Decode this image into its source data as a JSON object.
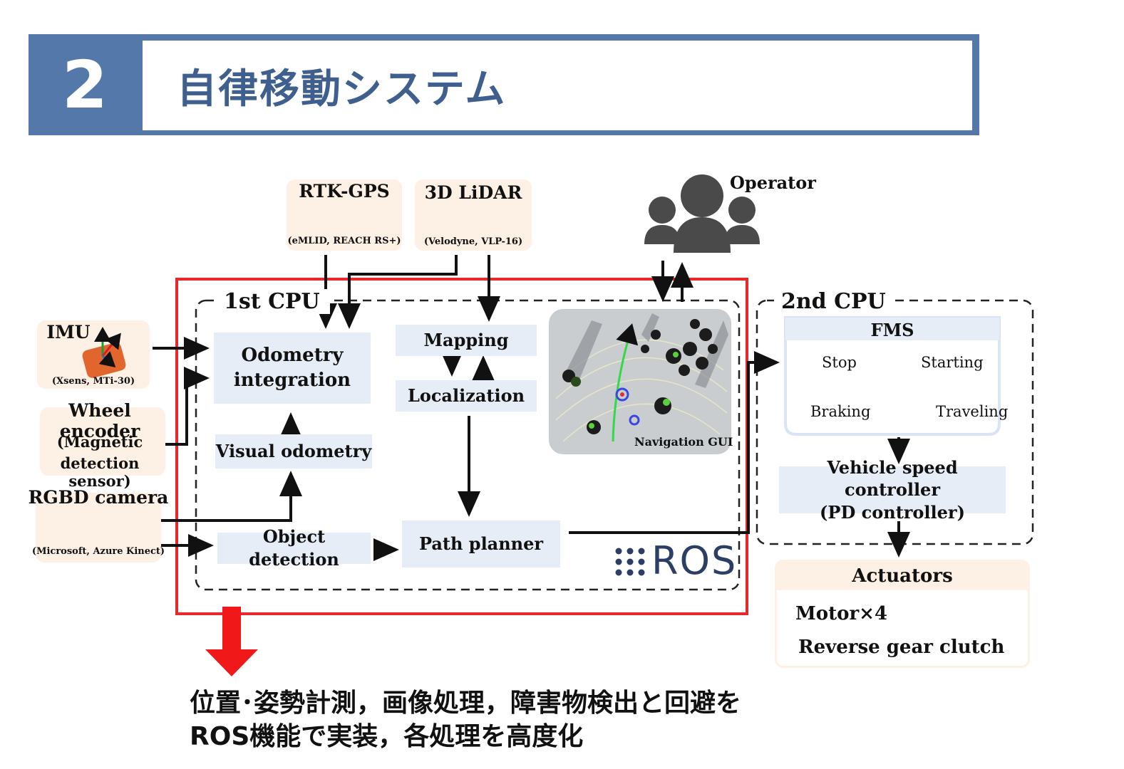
{
  "header": {
    "number": "2",
    "title": "自律移動システム"
  },
  "sensors": {
    "rtk": {
      "title": "RTK-GPS",
      "sub": "(eMLID, REACH RS+)"
    },
    "lidar": {
      "title": "3D LiDAR",
      "sub": "(Velodyne, VLP-16)"
    },
    "imu": {
      "title": "IMU",
      "sub": "(Xsens, MTi-30)"
    },
    "wheel": {
      "title": "Wheel encoder",
      "sub1": "(Magnetic",
      "sub2": "detection sensor)"
    },
    "rgbd": {
      "title": "RGBD camera",
      "sub": "(Microsoft, Azure Kinect)"
    }
  },
  "operator": "Operator",
  "cpu1": {
    "label": "1st CPU",
    "odometry": [
      "Odometry",
      "integration"
    ],
    "visual_odometry": "Visual odometry",
    "mapping": "Mapping",
    "localization": "Localization",
    "object_detection": "Object detection",
    "path_planner": "Path planner",
    "navigation_gui": "Navigation GUI",
    "ros_logo": "ROS"
  },
  "cpu2": {
    "label": "2nd CPU",
    "fms": "FMS",
    "states": {
      "stop": "Stop",
      "starting": "Starting",
      "braking": "Braking",
      "traveling": "Traveling"
    },
    "speed_controller": [
      "Vehicle speed controller",
      "(PD controller)"
    ]
  },
  "actuators": {
    "title": "Actuators",
    "items": [
      "Motor×4",
      "Reverse gear clutch"
    ]
  },
  "bottom": {
    "line1": "位置･姿勢計測，画像処理，障害物検出と回避を",
    "line2": "ROS機能で実装，各処理を高度化"
  },
  "colors": {
    "header_blue": "#5378a9",
    "title_blue": "#3f5f8f",
    "red_frame": "#e8282a",
    "box_blue": "#e6edf7",
    "sensor_bg": "#fdf0e5"
  }
}
